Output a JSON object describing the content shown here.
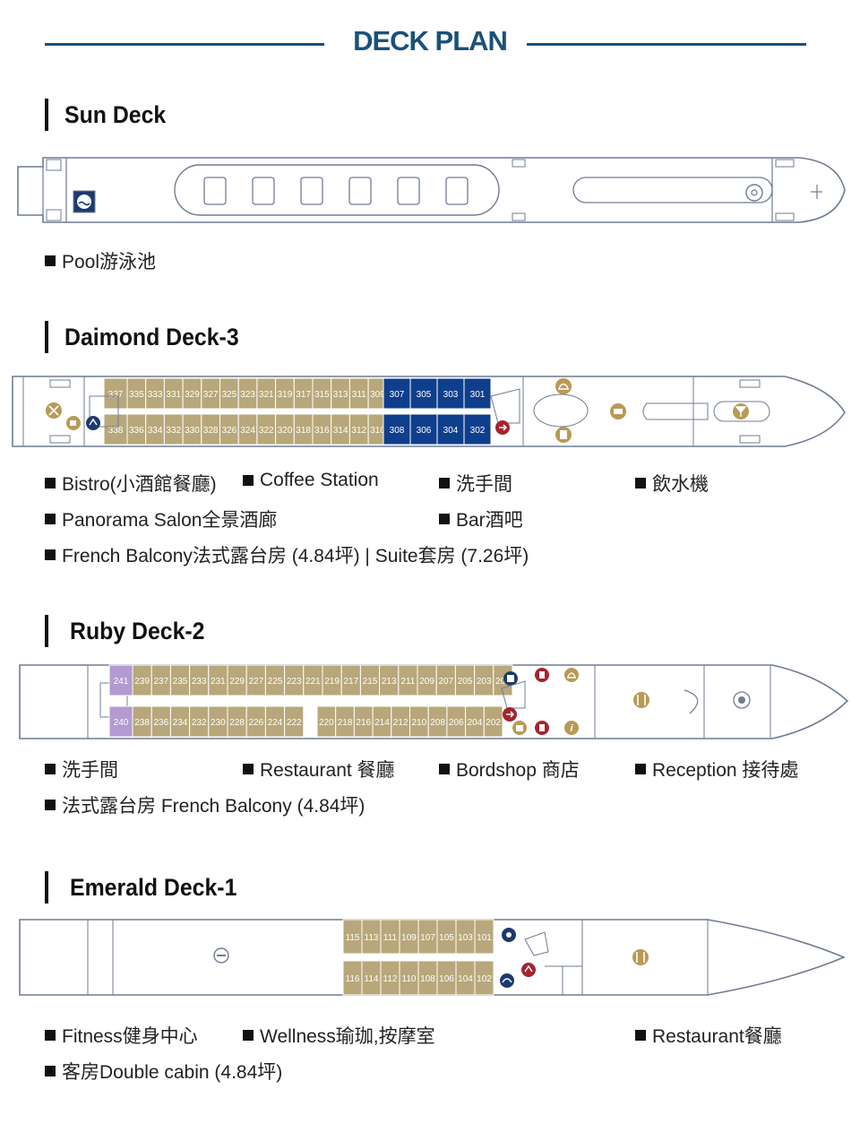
{
  "title": "DECK PLAN",
  "colors": {
    "title_blue": "#1a5178",
    "french_balcony": "#b8a77a",
    "suite": "#0f3f8c",
    "ruby_suite": "#b39ad0",
    "icon_gold": "#b89a55",
    "icon_red": "#a5242f",
    "icon_navy": "#1c3a6e",
    "outline": "#6f7c92"
  },
  "decks": {
    "sun": {
      "name": "Sun Deck",
      "legend": [
        "Pool游泳池"
      ],
      "icons": [
        "pool-icon",
        "helm-icon"
      ]
    },
    "daimond": {
      "name": "Daimond Deck-3",
      "cabins_top": [
        "337",
        "335",
        "333",
        "331",
        "329",
        "327",
        "325",
        "323",
        "321",
        "319",
        "317",
        "315",
        "313",
        "311",
        "309"
      ],
      "cabins_bottom": [
        "338",
        "336",
        "334",
        "332",
        "330",
        "328",
        "326",
        "324",
        "322",
        "320",
        "318",
        "316",
        "314",
        "312",
        "310"
      ],
      "suites_top": [
        "307",
        "305",
        "303",
        "301"
      ],
      "suites_bottom": [
        "308",
        "306",
        "304",
        "302"
      ],
      "legend": {
        "bistro": "Bistro(小酒館餐廳)",
        "coffee": "Coffee Station",
        "toilet": "洗手間",
        "water": "飲水機",
        "panorama": "Panorama Salon全景酒廊",
        "bar": "Bar酒吧",
        "cabins": "French Balcony法式露台房  (4.84坪)  | Suite套房  (7.26坪)"
      },
      "icons": [
        "bistro-icon",
        "coffee-icon",
        "toilet-icon",
        "reception-icon",
        "lift-icon",
        "water-icon",
        "panorama-icon",
        "bar-icon"
      ]
    },
    "ruby": {
      "name": "Ruby Deck-2",
      "suite_top": "241",
      "suite_bottom": "240",
      "cabins_top": [
        "239",
        "237",
        "235",
        "233",
        "231",
        "229",
        "227",
        "225",
        "223",
        "221",
        "219",
        "217",
        "215",
        "213",
        "211",
        "209",
        "207",
        "205",
        "203",
        "201"
      ],
      "cabins_bottom_a": [
        "238",
        "236",
        "234",
        "232",
        "230",
        "228",
        "226",
        "224",
        "222"
      ],
      "cabins_bottom_b": [
        "220",
        "218",
        "216",
        "214",
        "212",
        "210",
        "208",
        "206",
        "204",
        "202"
      ],
      "legend": {
        "toilet": "洗手間",
        "restaurant": "Restaurant 餐廳",
        "shop": "Bordshop 商店",
        "reception": "Reception 接待處",
        "cabins": "法式露台房 French Balcony (4.84坪)"
      },
      "icons": [
        "toilet-icon",
        "exit-icon",
        "reception-bell-icon",
        "lift-icon",
        "shop-icon",
        "info-icon",
        "restaurant-icon",
        "chef-icon"
      ]
    },
    "emerald": {
      "name": "Emerald Deck-1",
      "cabins_top": [
        "115",
        "113",
        "111",
        "109",
        "107",
        "105",
        "103",
        "101"
      ],
      "cabins_bottom": [
        "116",
        "114",
        "112",
        "110",
        "108",
        "106",
        "104",
        "102"
      ],
      "legend": {
        "fitness": "Fitness健身中心",
        "wellness": "Wellness瑜珈,按摩室",
        "restaurant": "Restaurant餐廳",
        "cabins": "客房Double cabin (4.84坪)"
      },
      "icons": [
        "fitness-icon",
        "wellness-icon",
        "lift-icon",
        "spa-icon",
        "restaurant-icon"
      ]
    }
  }
}
